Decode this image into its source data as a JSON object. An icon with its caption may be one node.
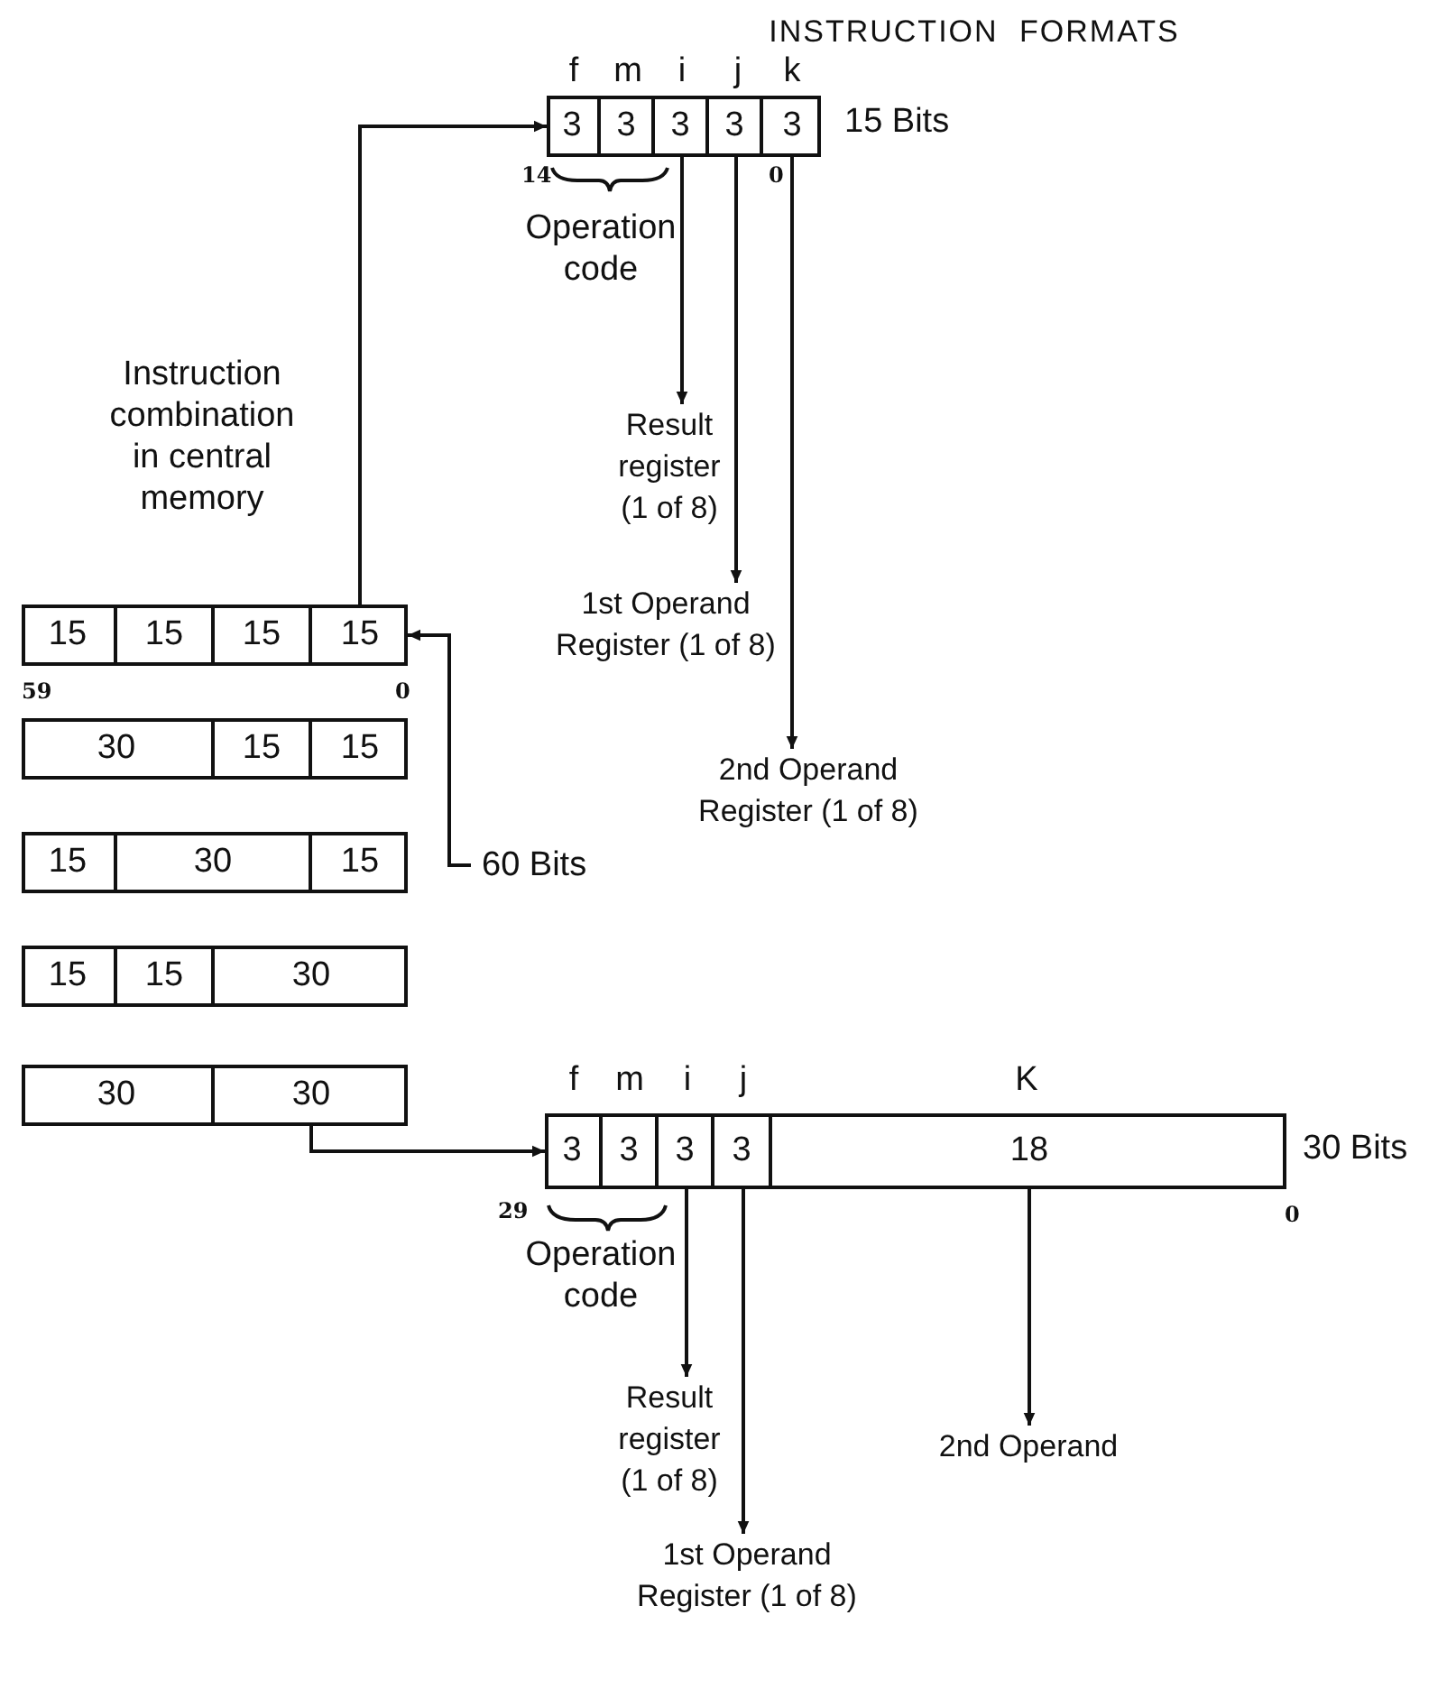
{
  "diagram": {
    "title": "INSTRUCTION FORMATS",
    "nodes": [
      {
        "text": [],
        "shape": "box",
        "beside": [
          "15 Bits"
        ]
      },
      {
        "text": [
          "3"
        ],
        "in": 0
      },
      {
        "text": [
          "3"
        ],
        "in": 0
      },
      {
        "text": [
          "3"
        ],
        "in": 0
      },
      {
        "text": [
          "3"
        ],
        "in": 0
      },
      {
        "text": [
          "3"
        ],
        "in": 0
      },
      {
        "text": [
          "Result register (1 of 8)"
        ]
      },
      {
        "text": [
          "1st Operand Register (1 of 8)"
        ]
      },
      {
        "text": [
          "2nd Operand Register (1 of 8)"
        ]
      },
      {
        "text": [],
        "shape": "box"
      },
      {
        "text": [
          "15"
        ],
        "in": 9
      },
      {
        "text": [
          "15"
        ],
        "in": 9
      },
      {
        "text": [
          "15"
        ],
        "in": 9
      },
      {
        "text": [
          "15"
        ],
        "in": 9
      },
      {
        "text": [],
        "shape": "box"
      },
      {
        "text": [
          "30"
        ],
        "in": 14
      },
      {
        "text": [
          "15"
        ],
        "in": 14
      },
      {
        "text": [
          "15"
        ],
        "in": 14
      },
      {
        "text": [],
        "shape": "box"
      },
      {
        "text": [
          "15"
        ],
        "in": 18
      },
      {
        "text": [
          "30"
        ],
        "in": 18
      },
      {
        "text": [
          "15"
        ],
        "in": 18
      },
      {
        "text": [],
        "shape": "box"
      },
      {
        "text": [
          "15"
        ],
        "in": 22
      },
      {
        "text": [
          "15"
        ],
        "in": 22
      },
      {
        "text": [
          "30"
        ],
        "in": 22
      },
      {
        "text": [],
        "shape": "box"
      },
      {
        "text": [
          "30"
        ],
        "in": 26
      },
      {
        "text": [
          "30"
        ],
        "in": 26
      },
      {
        "text": [
          "60 Bits"
        ]
      },
      {
        "text": [],
        "shape": "box",
        "beside": [
          "30 Bits"
        ]
      },
      {
        "text": [
          "3"
        ],
        "in": 30
      },
      {
        "text": [
          "3"
        ],
        "in": 30
      },
      {
        "text": [
          "3"
        ],
        "in": 30
      },
      {
        "text": [
          "3"
        ],
        "in": 30
      },
      {
        "text": [
          "18"
        ],
        "in": 30
      },
      {
        "text": [
          "Result register (1 of 8)"
        ]
      },
      {
        "text": [
          "1st Operand Register (1 of 8)"
        ]
      },
      {
        "text": [
          "2nd Operand"
        ]
      }
    ],
    "edges": [
      {
        "from": 13,
        "to": 0,
        "arrow": "to"
      },
      {
        "from": 29,
        "to": 13,
        "arrow": "to"
      },
      {
        "from": 28,
        "to": 30,
        "arrow": "to"
      },
      {
        "from": 3,
        "to": 6,
        "arrow": "to"
      },
      {
        "from": 4,
        "to": 7,
        "arrow": "to"
      },
      {
        "from": 5,
        "to": 8,
        "arrow": "to"
      },
      {
        "from": 33,
        "to": 36,
        "arrow": "to"
      },
      {
        "from": 34,
        "to": 37,
        "arrow": "to"
      },
      {
        "from": 35,
        "to": 38,
        "arrow": "to"
      }
    ],
    "labels": [
      "f",
      "m",
      "i",
      "j",
      "k",
      "14",
      "0",
      "Operation code",
      "Instruction combination in central memory",
      "59",
      "0",
      "f",
      "m",
      "i",
      "j",
      "K",
      "29",
      "0",
      "Operation code"
    ]
  }
}
